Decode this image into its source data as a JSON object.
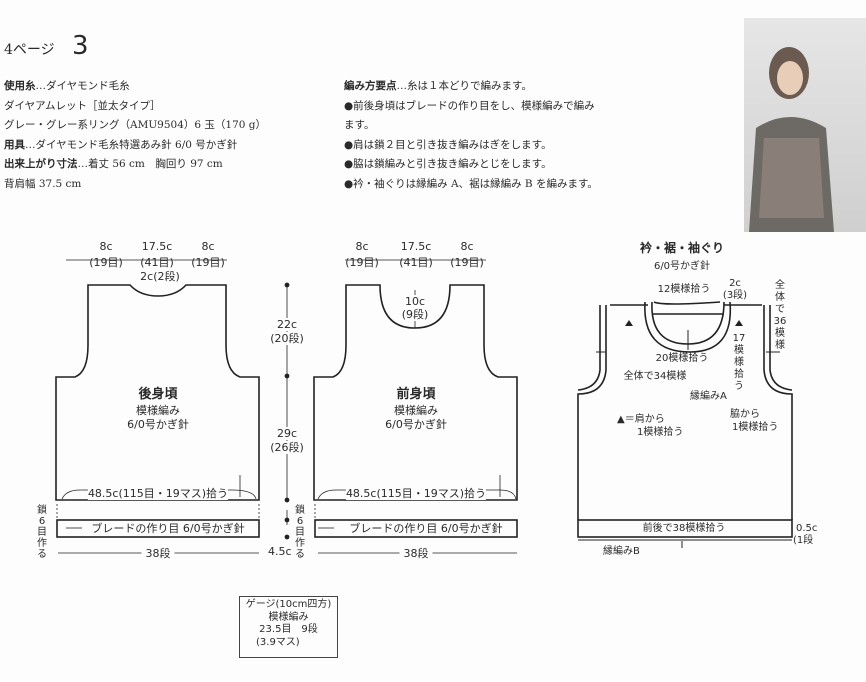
{
  "header": {
    "page_ref": "4ページ",
    "pattern_no": "3"
  },
  "materials": [
    {
      "label": "使用糸",
      "text": "…ダイヤモンド毛糸"
    },
    {
      "label": "",
      "text": "ダイヤアムレット［並太タイプ］"
    },
    {
      "label": "",
      "text": "グレー・グレー系リング（AMU9504）6 玉（170 g）"
    },
    {
      "label": "用具",
      "text": "…ダイヤモンド毛糸特選あみ針 6/0 号かぎ針"
    },
    {
      "label": "出来上がり寸法",
      "text": "…着丈 56 cm　胸回り 97 cm"
    },
    {
      "label": "",
      "text": "背肩幅 37.5 cm"
    }
  ],
  "instructions": {
    "label": "編み方要点",
    "intro": "…糸は１本どりで編みます。",
    "points": [
      "●前後身頃はブレードの作り目をし、模様編みで編み",
      "ます。",
      "●肩は鎖２目と引き抜き編みはぎをします。",
      "●脇は鎖編みと引き抜き編みとじをします。",
      "●衿・袖ぐりは縁編み A、裾は縁編み B を編みます。"
    ]
  },
  "back": {
    "title": "後身頃",
    "stitch": "模様編み",
    "hook": "6/0号かぎ針",
    "w1": "8c",
    "s1": "(19目)",
    "w2": "17.5c",
    "s2": "(41目)",
    "w3": "8c",
    "s3": "(19目)",
    "neck": "2c(2段)",
    "pickup": "48.5c(115目・19マス)拾う",
    "braid": "ブレードの作り目 6/0号かぎ針",
    "rows": "38段",
    "chain": [
      "鎖",
      "6",
      "目",
      "作",
      "る"
    ]
  },
  "side": {
    "h1": "22c",
    "r1": "(20段)",
    "h2": "29c",
    "r2": "(26段)",
    "band": "4.5c"
  },
  "front": {
    "title": "前身頃",
    "stitch": "模様編み",
    "hook": "6/0号かぎ針",
    "w1": "8c",
    "s1": "(19目)",
    "w2": "17.5c",
    "s2": "(41目)",
    "w3": "8c",
    "s3": "(19目)",
    "neck": "10c",
    "neck_rows": "(9段)",
    "pickup": "48.5c(115目・19マス)拾う",
    "braid": "ブレードの作り目 6/0号かぎ針",
    "rows": "38段",
    "chain": [
      "鎖",
      "6",
      "目",
      "作",
      "る"
    ]
  },
  "edging": {
    "title": "衿・裾・袖ぐり",
    "hook": "6/0号かぎ針",
    "n12": "12模様拾う",
    "d2c": "2c",
    "d3": "(3段)",
    "total36": [
      "全",
      "体",
      "で",
      "36",
      "模",
      "様"
    ],
    "n17": [
      "17",
      "模",
      "様",
      "拾",
      "う"
    ],
    "n20": "20模様拾う",
    "total34": "全体で34模様",
    "edgeA": "縁編みA",
    "side_from": "脇から",
    "side_n": "1模様拾う",
    "tri_note": "▲＝肩から",
    "tri_n": "1模様拾う",
    "hem": "前後で38模様拾う",
    "hem_h": "0.5c",
    "hem_r": "(1段",
    "edgeB": "縁編みB"
  },
  "gauge": {
    "title": "ゲージ(10cm四方)",
    "stitch": "模様編み",
    "counts": "23.5目　9段",
    "squares": "(3.9マス)"
  }
}
